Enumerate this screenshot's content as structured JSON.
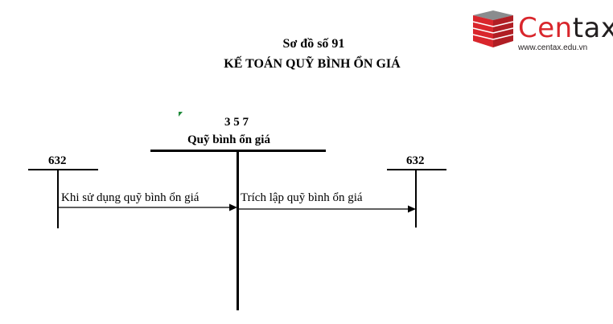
{
  "logo": {
    "brand_red": "Cen",
    "brand_dark": "tax",
    "url": "www.centax.edu.vn",
    "icon": "stacked-cube-icon",
    "colors": {
      "red": "#d9262c",
      "dark": "#231f20",
      "grey": "#8a8c8e"
    }
  },
  "header": {
    "diagram_number": "Sơ đồ số 91",
    "title": "KẾ TOÁN QUỸ BÌNH ỔN GIÁ"
  },
  "accounts": {
    "center": {
      "number": "3 5 7",
      "name": "Quỹ bình ổn giá"
    },
    "left": {
      "number": "632"
    },
    "right": {
      "number": "632"
    }
  },
  "entries": {
    "left_to_center": "Khi sử dụng quỹ bình ổn giá",
    "center_to_right": "Trích lập quỹ bình ổn giá"
  }
}
